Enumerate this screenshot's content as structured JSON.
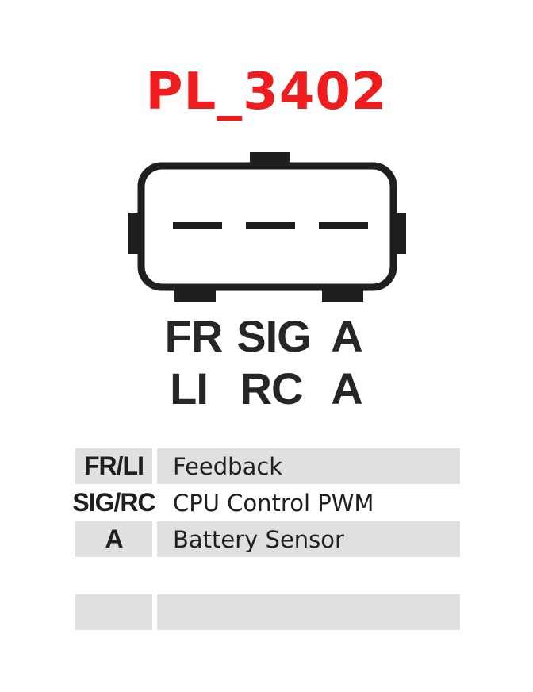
{
  "title": "PL_3402",
  "colors": {
    "title": "#ee1c1c",
    "connector_stroke": "#1f1f1f",
    "cell_shade": "#e0e0e0",
    "text": "#1f1f1f"
  },
  "pins": {
    "row1": [
      "FR",
      "SIG",
      "A"
    ],
    "row2": [
      "LI",
      "RC",
      "A"
    ]
  },
  "legend": [
    {
      "key": "FR/LI",
      "description": "Feedback"
    },
    {
      "key": "SIG/RC",
      "description": "CPU Control PWM"
    },
    {
      "key": "A",
      "description": "Battery Sensor"
    },
    {
      "key": "",
      "description": ""
    },
    {
      "key": "",
      "description": ""
    }
  ]
}
